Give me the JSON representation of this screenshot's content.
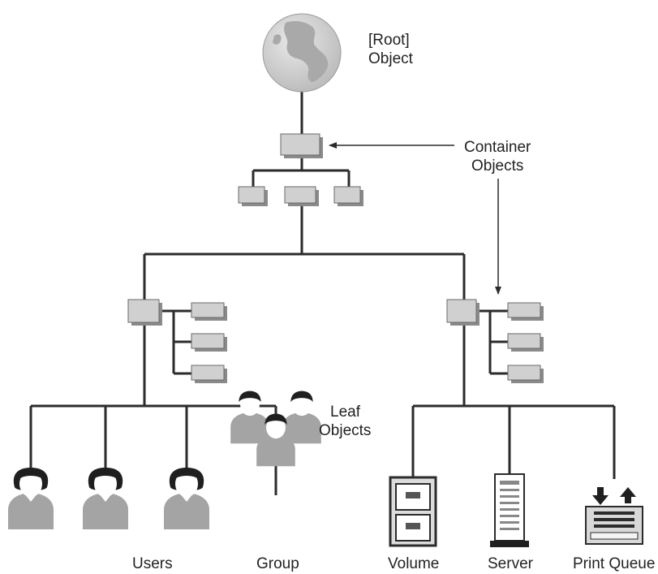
{
  "labels": {
    "root": [
      "[Root]",
      "Object"
    ],
    "container": [
      "Container",
      "Objects"
    ],
    "leaf": [
      "Leaf",
      "Objects"
    ],
    "users": "Users",
    "group": "Group",
    "volume": "Volume",
    "server": "Server",
    "print_queue": "Print Queue"
  },
  "colors": {
    "line": "#2b2b2b",
    "box_fill": "#d0d0d0",
    "box_shadow": "#8a8a8a",
    "globe_ocean": "#cfcfcf",
    "globe_land": "#a9a9a9",
    "person_body": "#a4a4a4",
    "person_head": "#1f1f1f",
    "person_face": "#ffffff"
  },
  "icons": {
    "root": "globe-icon",
    "container": "container-box-icon",
    "user": "user-icon",
    "group": "group-icon",
    "volume": "file-cabinet-icon",
    "server": "server-tower-icon",
    "print_queue": "printer-icon"
  }
}
